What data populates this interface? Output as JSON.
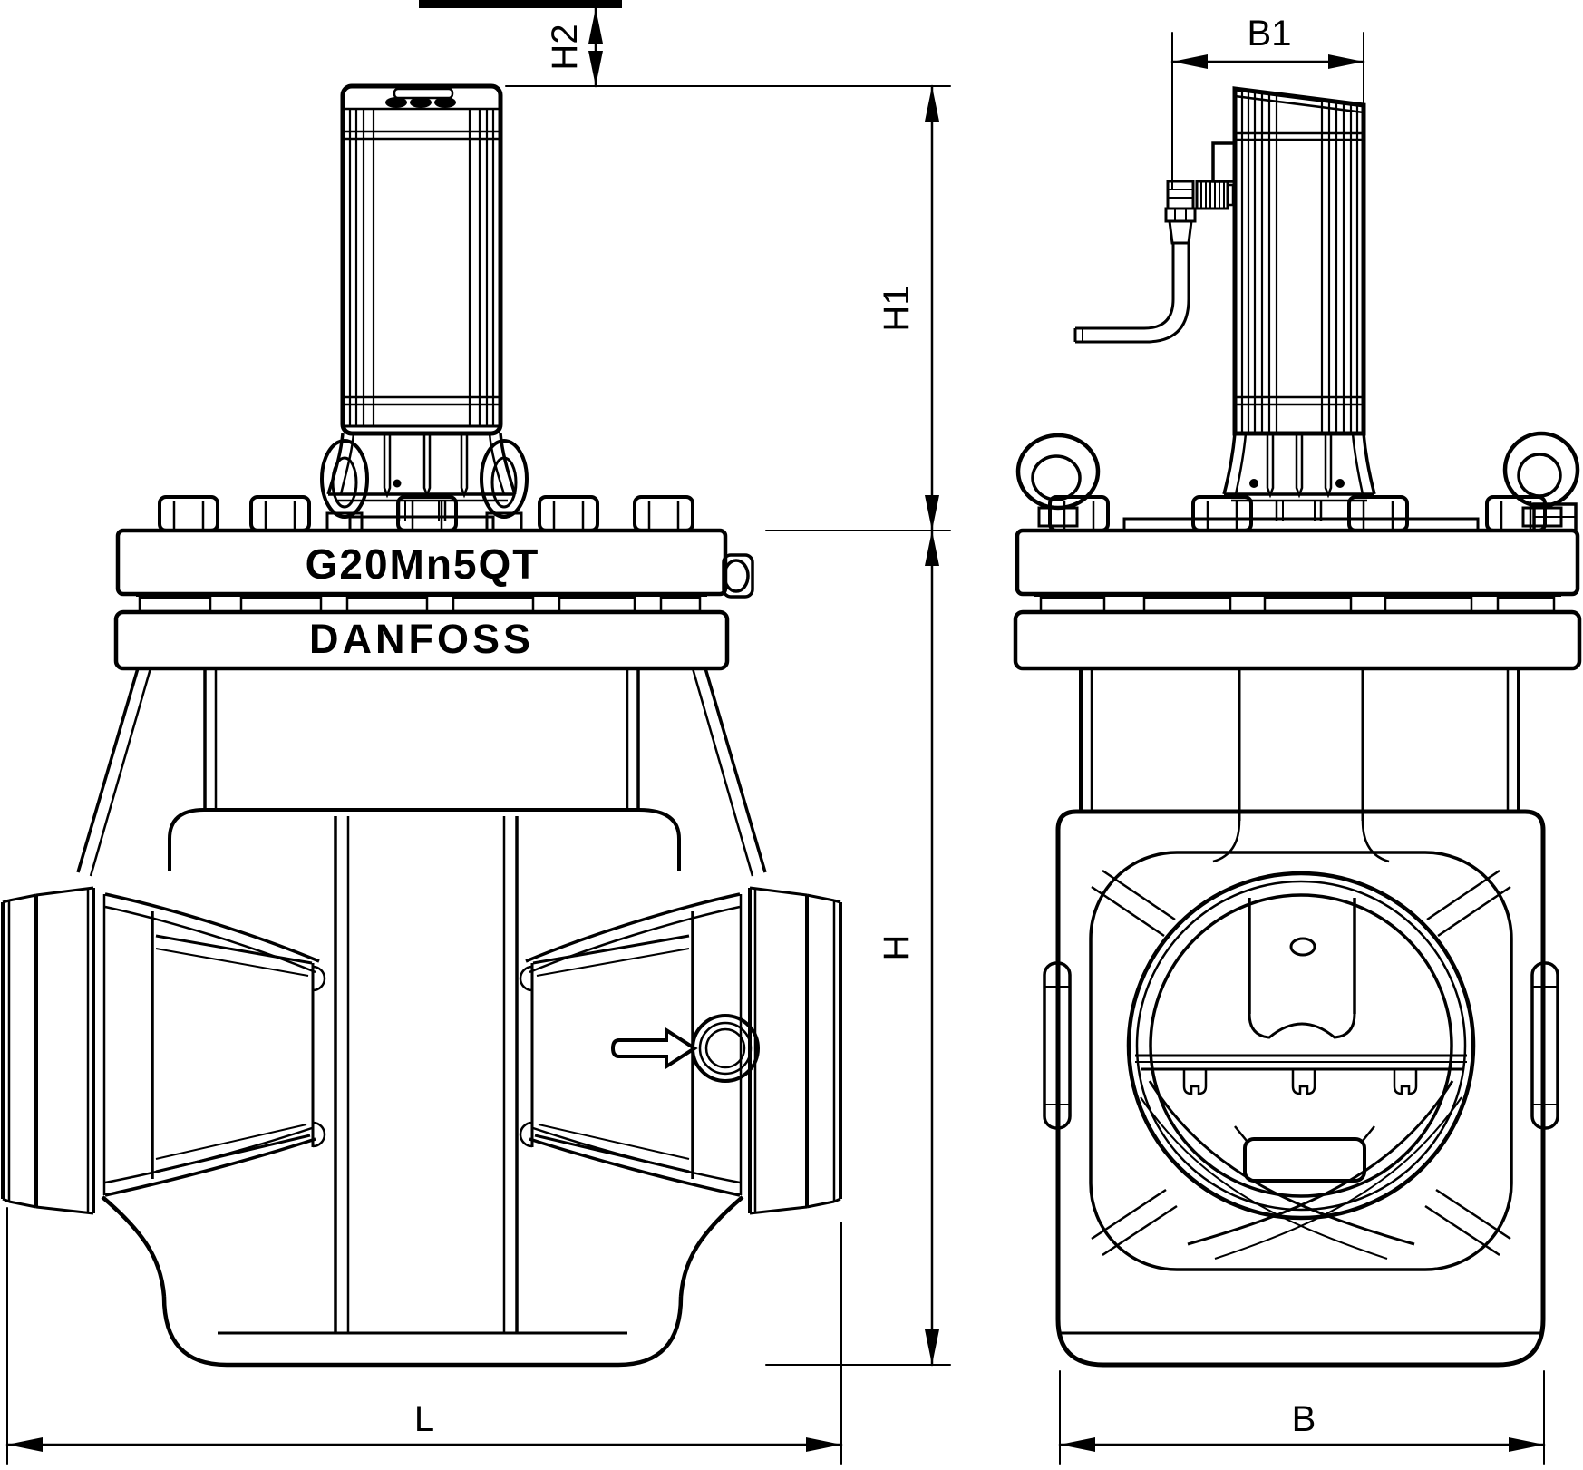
{
  "drawing": {
    "background_color": "#ffffff",
    "line_color": "#000000",
    "views": {
      "front": {
        "markings": {
          "material": "G20Mn5QT",
          "brand": "DANFOSS"
        },
        "dimensions": {
          "h2": "H2",
          "h1": "H1",
          "h": "H",
          "l": "L"
        }
      },
      "side": {
        "dimensions": {
          "b1": "B1",
          "b": "B"
        }
      }
    }
  }
}
